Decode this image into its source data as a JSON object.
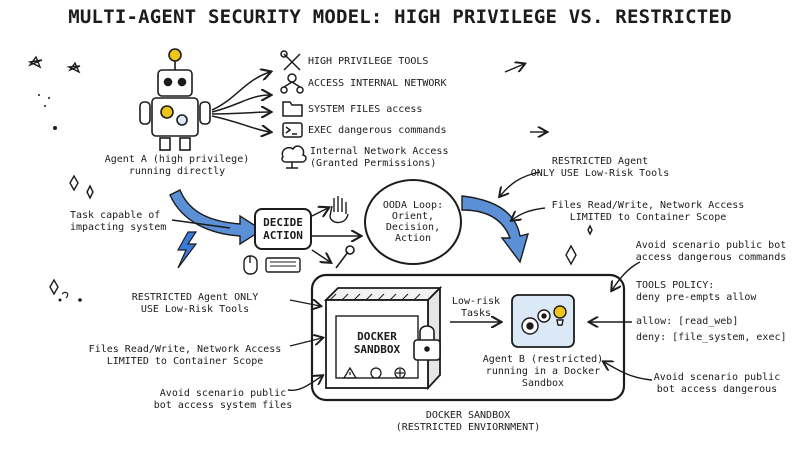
{
  "title": "MULTI-AGENT SECURITY MODEL: HIGH PRIVILEGE VS. RESTRICTED",
  "agent_a": {
    "label": "Agent A (high privilege)\nrunning directly"
  },
  "tools": [
    {
      "icon": "tools-icon",
      "label": "HIGH PRIVILEGE TOOLS"
    },
    {
      "icon": "network-icon",
      "label": "ACCESS INTERNAL NETWORK"
    },
    {
      "icon": "folder-icon",
      "label": "SYSTEM FILES access"
    },
    {
      "icon": "terminal-icon",
      "label": "EXEC dangerous commands"
    },
    {
      "icon": "cloud-network-icon",
      "label": "Internal Network Access\n(Granted Permissions)"
    }
  ],
  "task_label": "Task capable of\nimpacting system",
  "decide_action": "DECIDE\nACTION",
  "ooda": "OODA Loop:\nOrient,\nDecision,\nAction",
  "restricted_top": "RESTRICTED Agent\nONLY USE Low-Risk Tools",
  "files_top": "Files Read/Write, Network Access\nLIMITED to Container Scope",
  "avoid_top_right": "Avoid scenario public bot\naccess dangerous commands",
  "tools_policy": {
    "heading": "TOOLS POLICY:\ndeny pre-empts allow",
    "allow": "allow: [read_web]",
    "deny": "deny: [file_system, exec]"
  },
  "left_notes": {
    "restricted": "RESTRICTED Agent ONLY\nUSE Low-Risk Tools",
    "files": "Files Read/Write, Network Access\nLIMITED to Container Scope",
    "avoid": "Avoid scenario public\nbot access system files"
  },
  "sandbox_box_label": "DOCKER\nSANDBOX",
  "low_risk_tasks": "Low-risk\nTasks",
  "agent_b": {
    "label": "Agent B (restricted)\nrunning in a Docker\nSandbox"
  },
  "avoid_bottom_right": "Avoid scenario public\nbot access dangerous",
  "sandbox_caption": "DOCKER SANDBOX\n(RESTRICTED ENVIORNMENT)",
  "colors": {
    "ink": "#1c1c1c",
    "arrow_blue": "#5b8fd6",
    "bulb": "#f0c419",
    "bolt": "#3a7ad9",
    "pale_blue": "#dbe8f6"
  }
}
